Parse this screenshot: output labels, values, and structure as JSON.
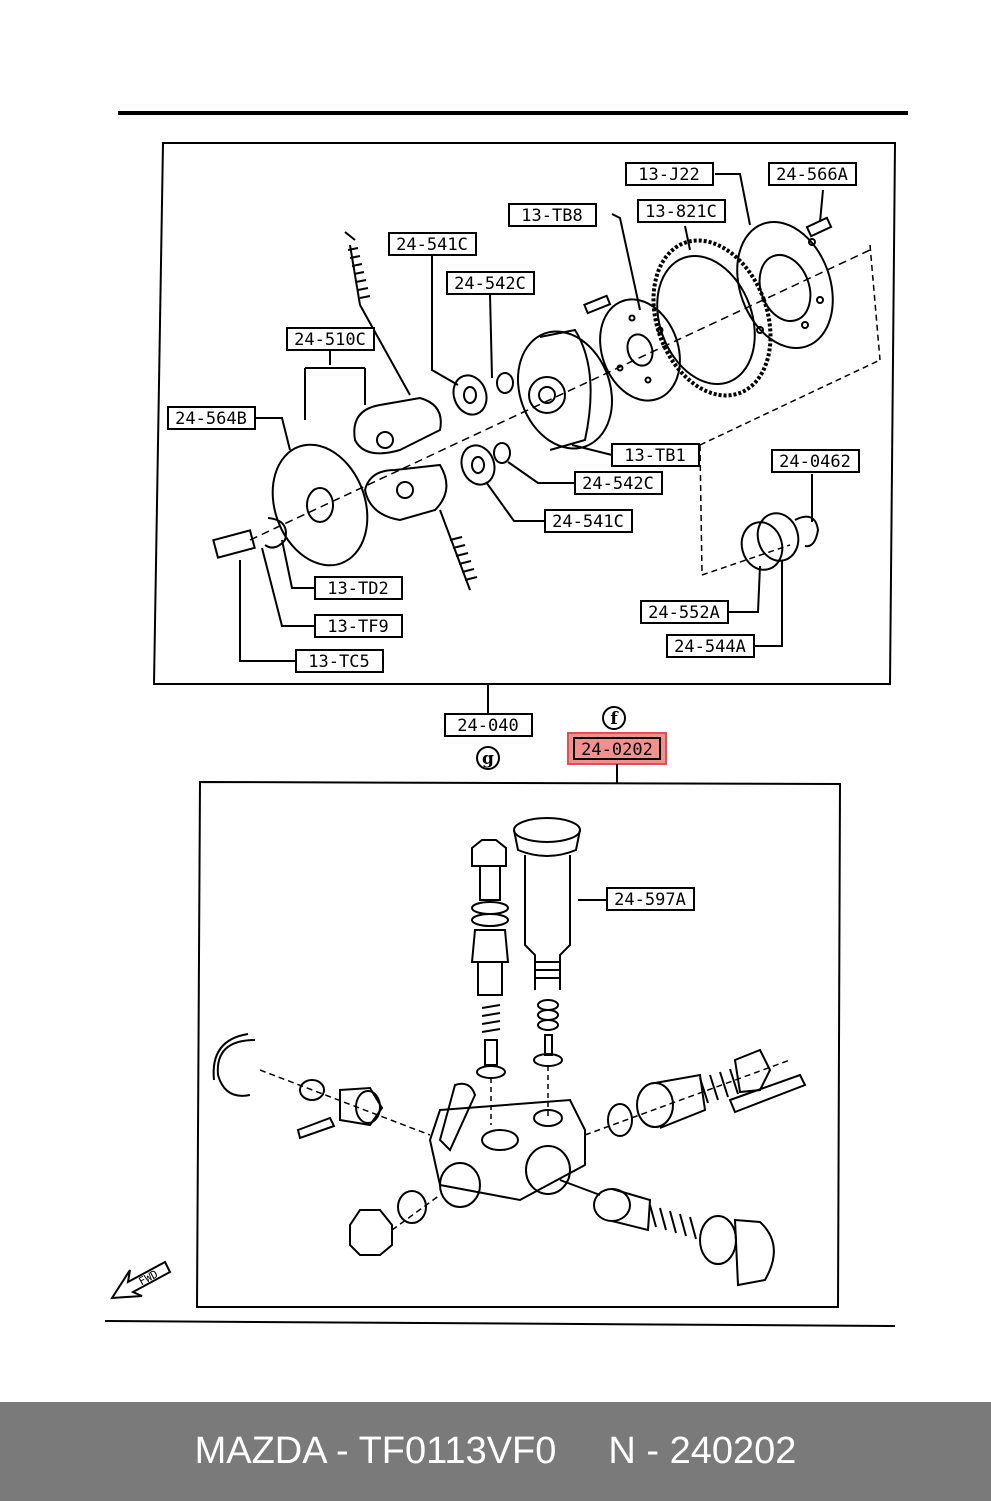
{
  "upper_assembly": {
    "labels": [
      "13-J22",
      "24-566A",
      "13-TB8",
      "13-821C",
      "24-541C",
      "24-542C",
      "24-510C",
      "24-564B",
      "13-TB1",
      "24-542C",
      "24-541C",
      "24-0462",
      "13-TD2",
      "13-TF9",
      "13-TC5",
      "24-552A",
      "24-544A"
    ]
  },
  "connector": {
    "group_label": "24-040",
    "selected_label": "24-0202",
    "circle_f": "f",
    "circle_g": "g"
  },
  "lower_assembly": {
    "labels": [
      "24-597A"
    ],
    "direction_badge": "FWD"
  },
  "colors": {
    "highlight_fill": "#f29090",
    "highlight_stroke": "#e05050",
    "footer_bg": "#7a7a7a"
  },
  "footer": {
    "part": "MAZDA - TF0113VF0",
    "code": "N - 240202"
  }
}
